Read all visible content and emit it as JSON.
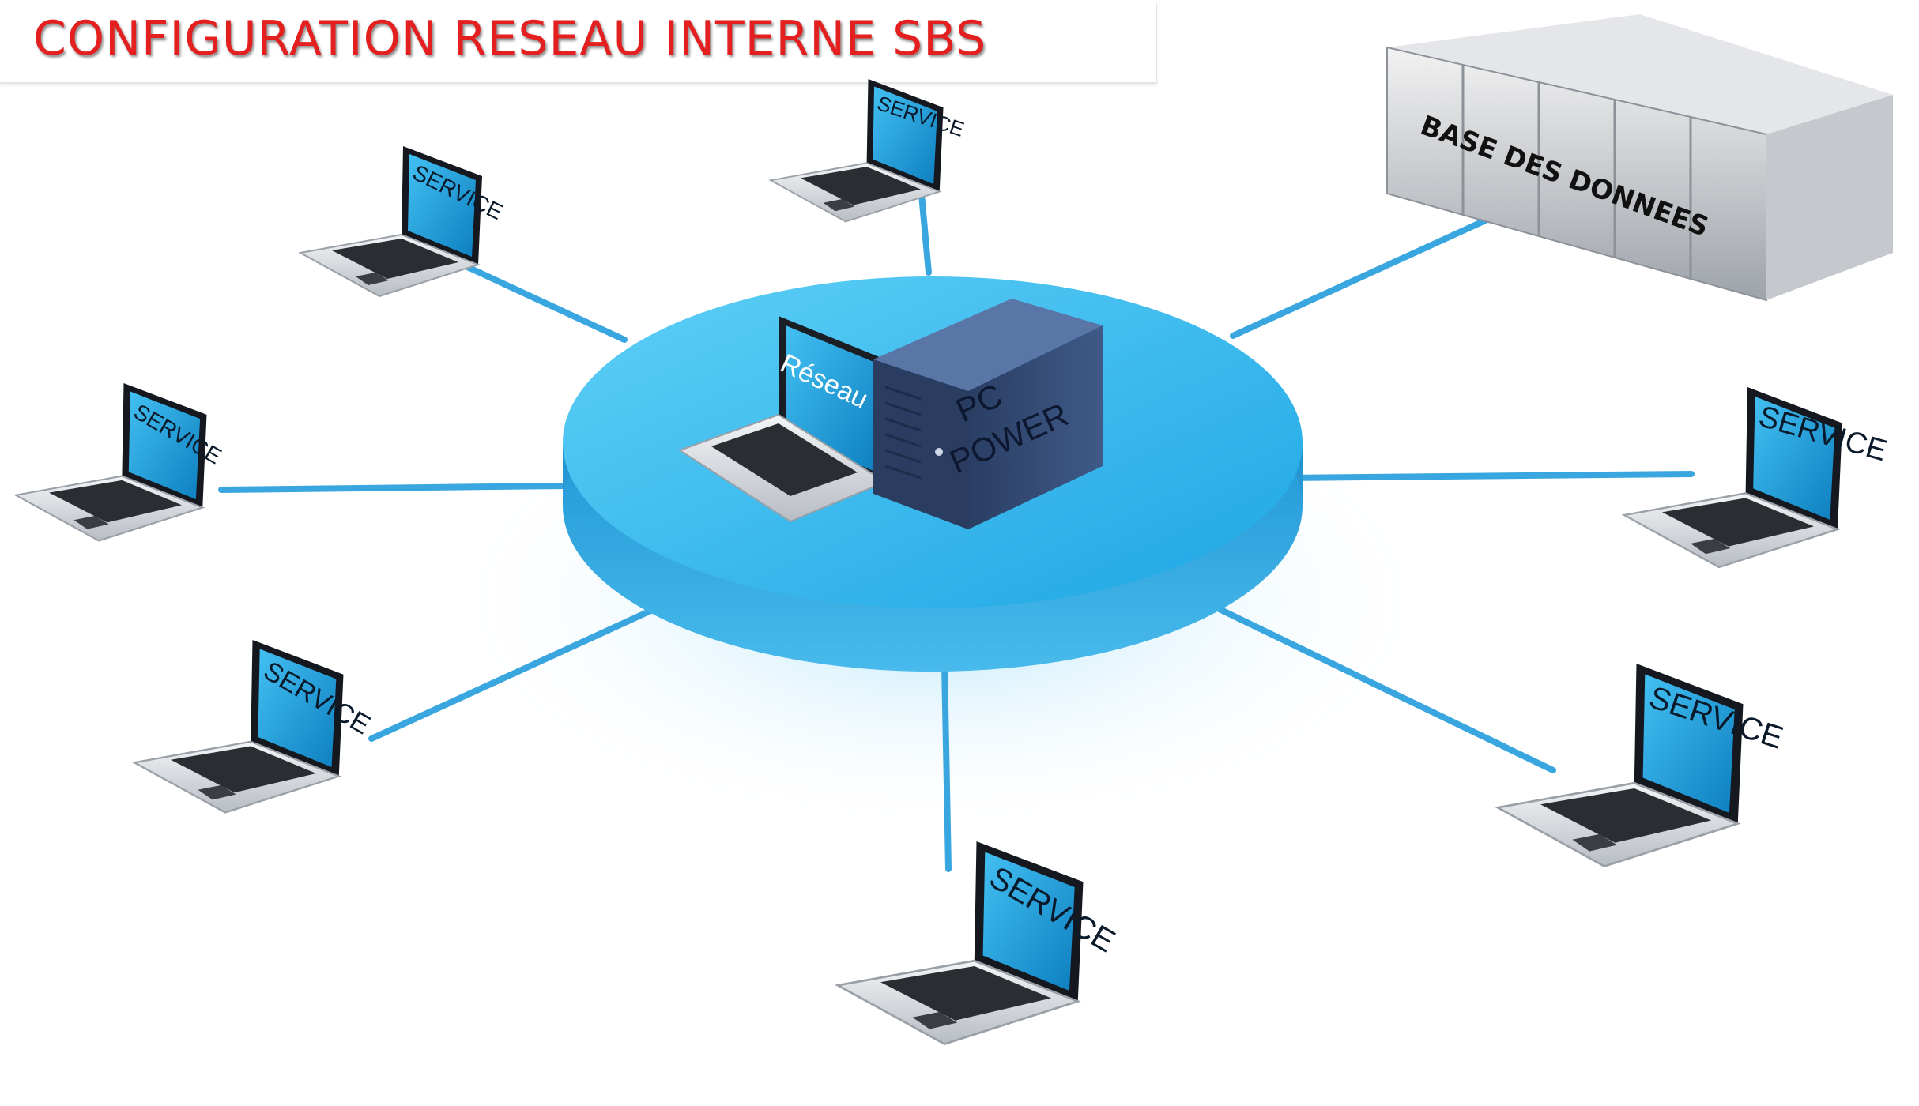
{
  "title": "CONFIGURATION RESEAU INTERNE SBS",
  "hub": {
    "laptop_label": "Réseau",
    "server_label_line1": "PC",
    "server_label_line2": "POWER"
  },
  "database": {
    "label": "BASE  DES DONNEES"
  },
  "service_label": "SERVICE",
  "colors": {
    "title": "#e41f1f",
    "hub": "#2fb3ea",
    "cable": "#3aa6e0",
    "screen": "#1a9ad6"
  }
}
